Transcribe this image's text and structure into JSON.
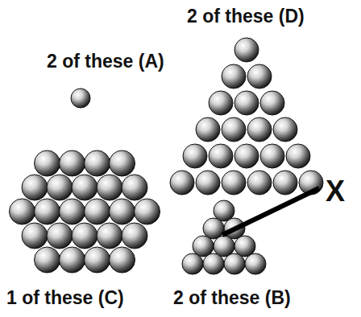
{
  "diagram": {
    "labels": [
      "2 of these (D)",
      "2 of these (A)",
      "X",
      "1 of these (C)",
      "2 of these (B)"
    ]
  }
}
